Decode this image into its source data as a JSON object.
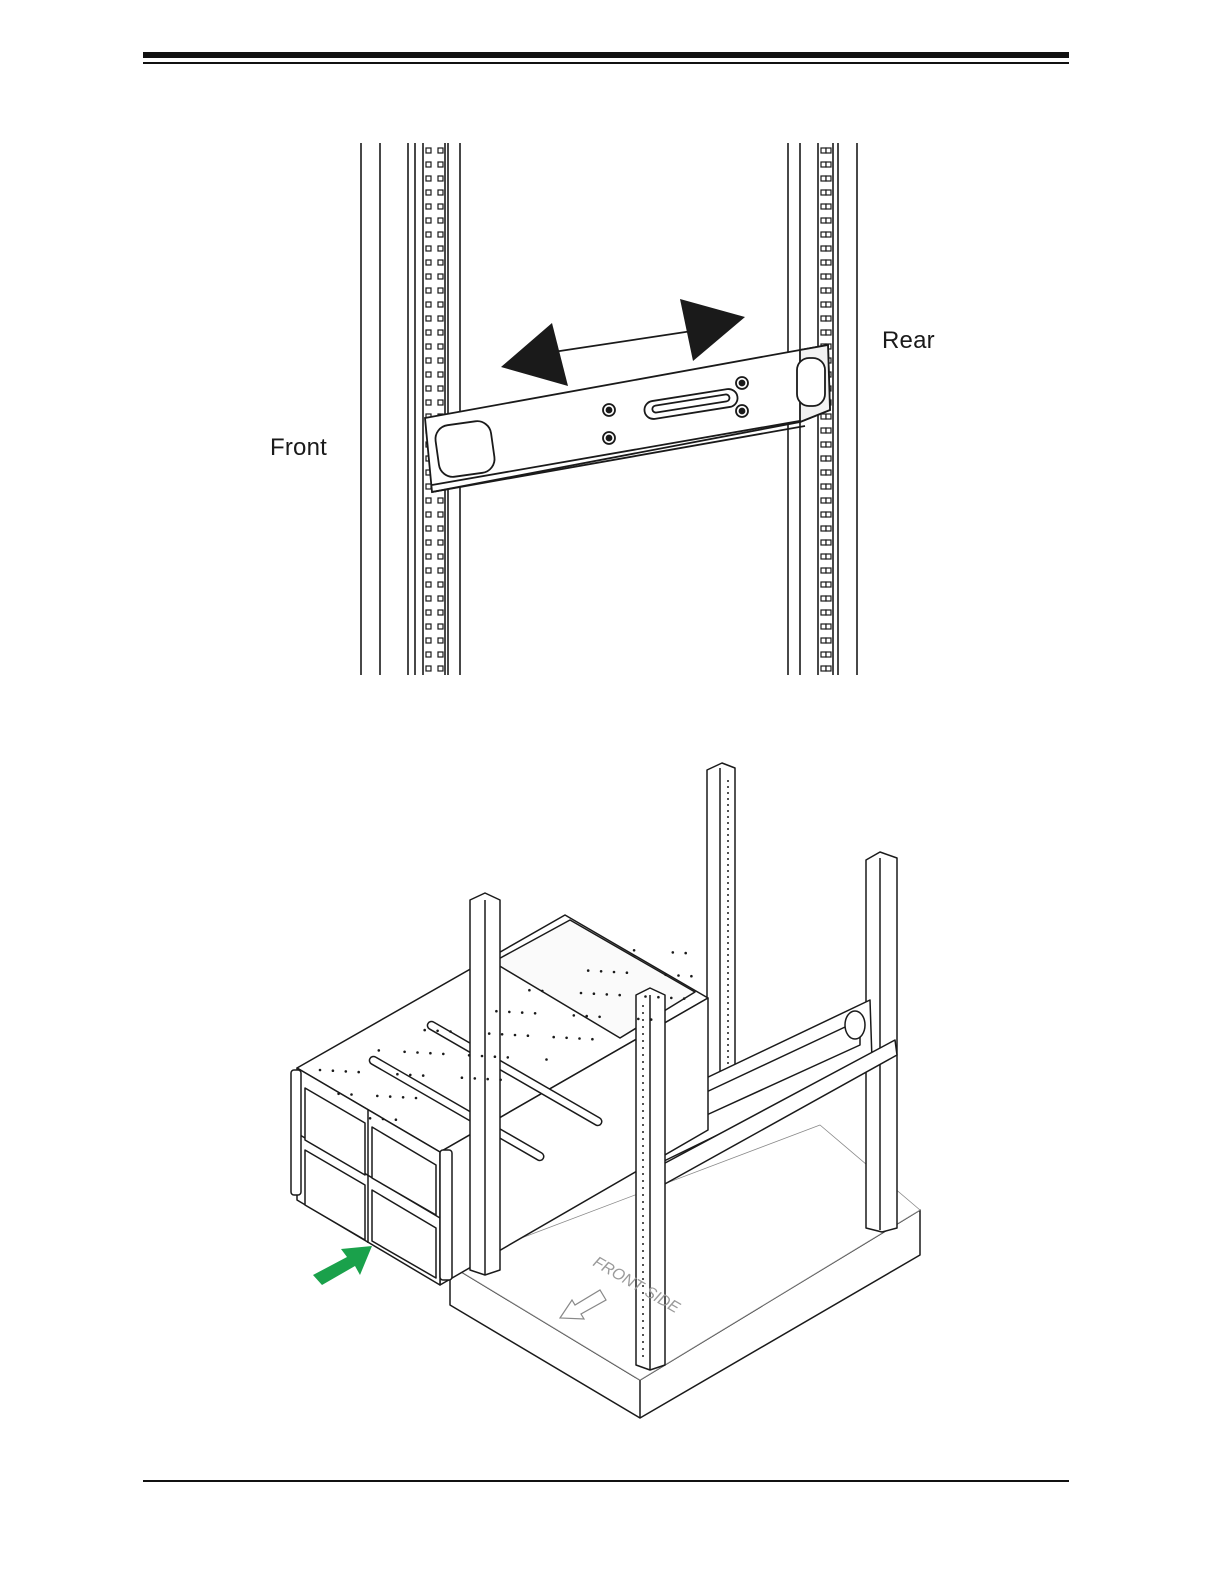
{
  "figure_1": {
    "label_front": "Front",
    "label_rear": "Rear"
  },
  "figure_2": {
    "floor_text": "FRONT SIDE"
  },
  "colors": {
    "line": "#1a1a1a",
    "insert_arrow": "#1aa14b"
  }
}
